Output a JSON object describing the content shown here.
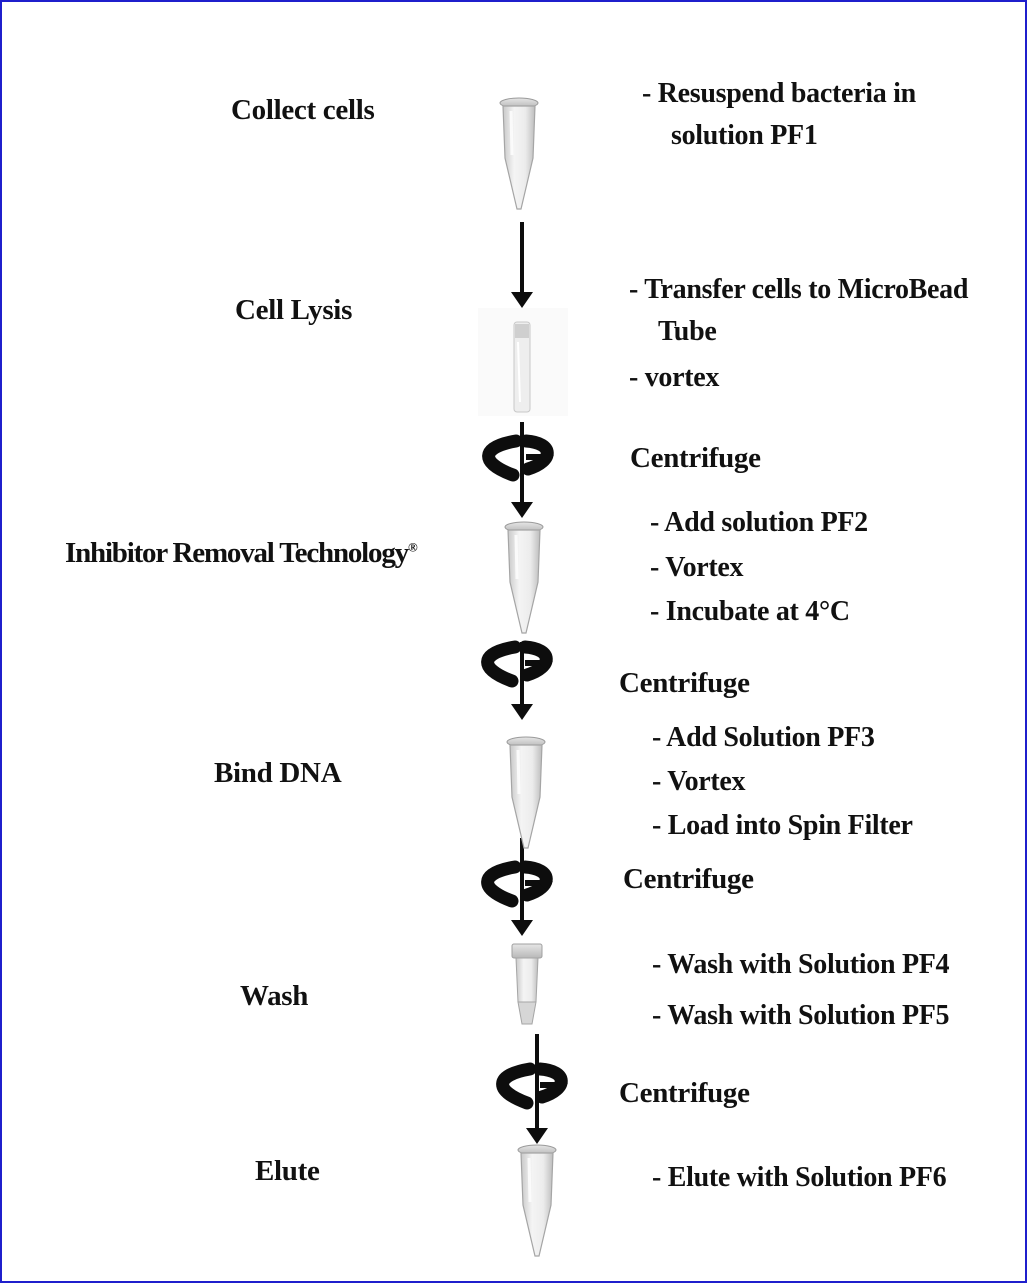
{
  "steps": [
    {
      "label": "Collect cells"
    },
    {
      "label": "Cell Lysis"
    },
    {
      "label": "Inhibitor Removal Technology",
      "mark": "®"
    },
    {
      "label": "Bind DNA"
    },
    {
      "label": "Wash"
    },
    {
      "label": "Elute"
    }
  ],
  "instructions": {
    "collect_1a": "- Resuspend bacteria in",
    "collect_1b": "solution PF1",
    "lysis_1a": "- Transfer cells to MicroBead",
    "lysis_1b": "Tube",
    "lysis_2": "- vortex",
    "irt_1": "- Add solution PF2",
    "irt_2": "- Vortex",
    "irt_3": "- Incubate at 4°C",
    "bind_1": "- Add Solution PF3",
    "bind_2": "- Vortex",
    "bind_3": "- Load into Spin Filter",
    "wash_1": "- Wash with Solution PF4",
    "wash_2": "- Wash with Solution PF5",
    "elute_1": "- Elute with Solution PF6"
  },
  "centrifuge_label": "Centrifuge",
  "colors": {
    "border": "#1f1fcc",
    "text": "#111111",
    "arrow": "#0d0d0d"
  }
}
